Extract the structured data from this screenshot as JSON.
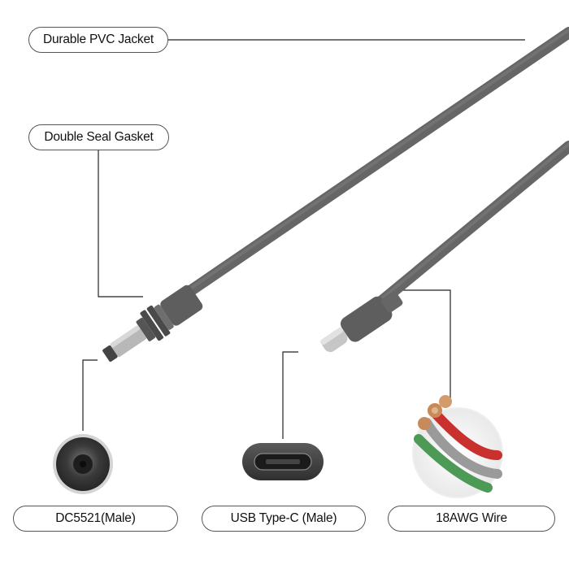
{
  "labels": {
    "pvc_jacket": "Durable PVC Jacket",
    "seal_gasket": "Double Seal Gasket",
    "dc_plug": "DC5521(Male)",
    "usb_c": "USB Type-C (Male)",
    "wire_gauge": "18AWG Wire"
  },
  "colors": {
    "cable": "#6b6b6b",
    "connector": "#5c5c5c",
    "leader_line": "#222222",
    "pill_border": "#555555",
    "wire_red": "#c9312f",
    "wire_green": "#4c9a56",
    "wire_copper": "#c98a5a"
  }
}
